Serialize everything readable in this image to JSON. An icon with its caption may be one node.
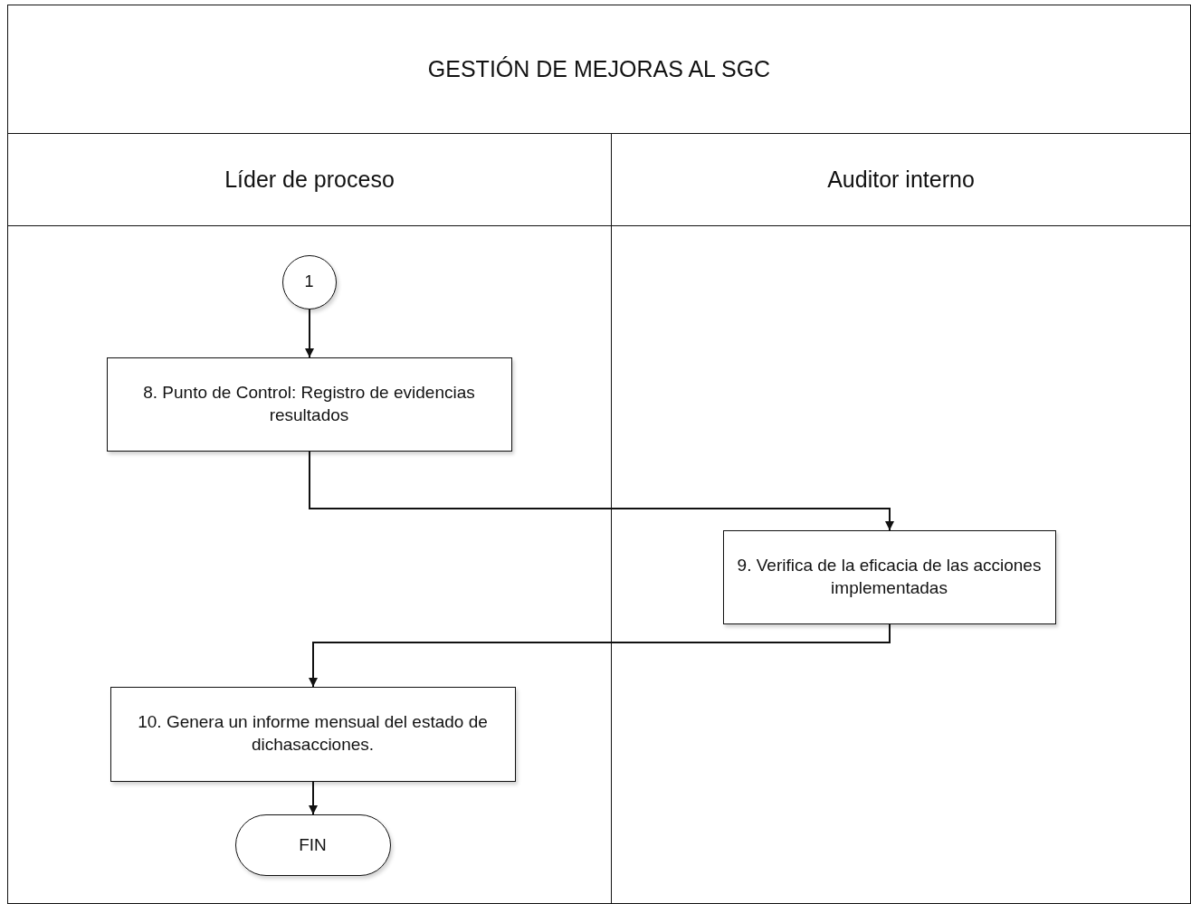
{
  "diagram": {
    "title": "GESTIÓN DE MEJORAS AL SGC",
    "nodes": [
      {
        "text": [
          "Líder de proceso"
        ]
      },
      {
        "text": [
          "Auditor interno"
        ]
      },
      {
        "text": [
          "1"
        ],
        "in": 0
      },
      {
        "text": [
          "8. Punto de Control: Registro  de evidencias resultados"
        ],
        "in": 0
      },
      {
        "text": [
          "9. Verifica de la eficacia de las acciones implementadas"
        ],
        "in": 1
      },
      {
        "text": [
          "10. Genera un informe mensual del estado de dichasacciones."
        ],
        "in": 0
      },
      {
        "text": [
          "FIN"
        ],
        "in": 0
      }
    ],
    "edges": [
      {
        "from": 2,
        "to": 3,
        "arrow": "to"
      },
      {
        "from": 3,
        "to": 4,
        "arrow": "to"
      },
      {
        "from": 4,
        "to": 5,
        "arrow": "to"
      },
      {
        "from": 5,
        "to": 6,
        "arrow": "to"
      }
    ]
  }
}
